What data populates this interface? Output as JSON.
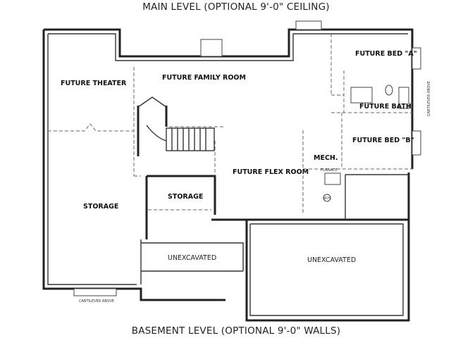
{
  "titles": {
    "top": "MAIN LEVEL (OPTIONAL 9'-0\" CEILING)",
    "bottom": "BASEMENT LEVEL (OPTIONAL 9'-0\" WALLS)"
  },
  "rooms": {
    "future_theater": "FUTURE THEATER",
    "future_family_room": "FUTURE FAMILY ROOM",
    "future_bed_a": "FUTURE BED \"A\"",
    "future_bath": "FUTURE BATH",
    "future_bed_b": "FUTURE BED \"B\"",
    "mech": "MECH.",
    "future_flex_room": "FUTURE FLEX ROOM",
    "storage_left": "STORAGE",
    "storage_center": "STORAGE",
    "unexcavated_left": "UNEXCAVATED",
    "unexcavated_right": "UNEXCAVATED"
  },
  "notes": {
    "furnace": "FURNACE",
    "water_heater": "W.H.",
    "cantilever_bottom": "CANTILEVER ABOVE",
    "cantilever_right": "CANTILEVER ABOVE"
  }
}
